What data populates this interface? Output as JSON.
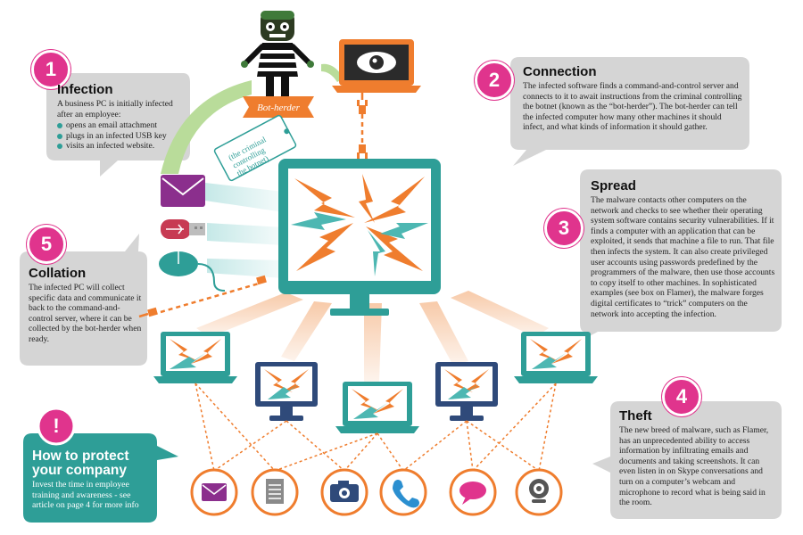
{
  "steps": {
    "infection": {
      "number": "1",
      "title": "Infection",
      "body": "A business PC is initially infected after an employee:",
      "bullets": [
        "opens an email attachment",
        "plugs in an infected USB key",
        "visits an infected website."
      ]
    },
    "connection": {
      "number": "2",
      "title": "Connection",
      "body": "The infected software finds a command-and-control server and connects to it to await instructions from the criminal controlling the botnet (known as the “bot-herder”). The bot-herder can tell the infected computer how many other machines it should infect, and what kinds of information it should gather."
    },
    "spread": {
      "number": "3",
      "title": "Spread",
      "body": "The malware contacts other computers on the network and checks to see whether their operating system software contains security vulnerabilities. If it finds a computer with an application that can be exploited, it sends that machine a file to run. That file then infects the system. It can also create privileged user accounts using passwords predefined by the programmers of the malware, then use those accounts to copy itself to other machines. In sophisticated examples (see box on Flamer), the malware forges digital certificates to “trick” computers on the network into accepting the infection."
    },
    "theft": {
      "number": "4",
      "title": "Theft",
      "body": "The new breed of malware, such as Flamer, has an unprecedented ability to access information by infiltrating emails and documents and taking screenshots. It can even listen in on Skype conversations and turn on a computer’s webcam and microphone to record what is being said in the room."
    },
    "collation": {
      "number": "5",
      "title": "Collation",
      "body": "The infected PC will collect specific data and communicate it back to the command-and-control server, where it can be collected by the bot-herder when ready."
    }
  },
  "protect": {
    "mark": "!",
    "title": "How to protect your company",
    "body": "Invest the time in employee training and awareness - see article on page 4 for more info"
  },
  "botherder": {
    "banner": "Bot-herder",
    "tag": "(the criminal controlling the botnet)"
  },
  "icons": [
    "email-envelope-icon",
    "usb-key-icon",
    "mouse-icon",
    "bot-herder-figure",
    "eye-laptop-icon",
    "document-icon",
    "camera-icon",
    "phone-icon",
    "chat-bubble-icon",
    "webcam-icon"
  ],
  "colors": {
    "teal": "#2e9e97",
    "pink": "#e0348d",
    "orange": "#ef7d2e",
    "navy": "#2f4a7a",
    "purple": "#8b2f8d",
    "red": "#c73b53",
    "panel_grey": "#d5d5d5"
  }
}
